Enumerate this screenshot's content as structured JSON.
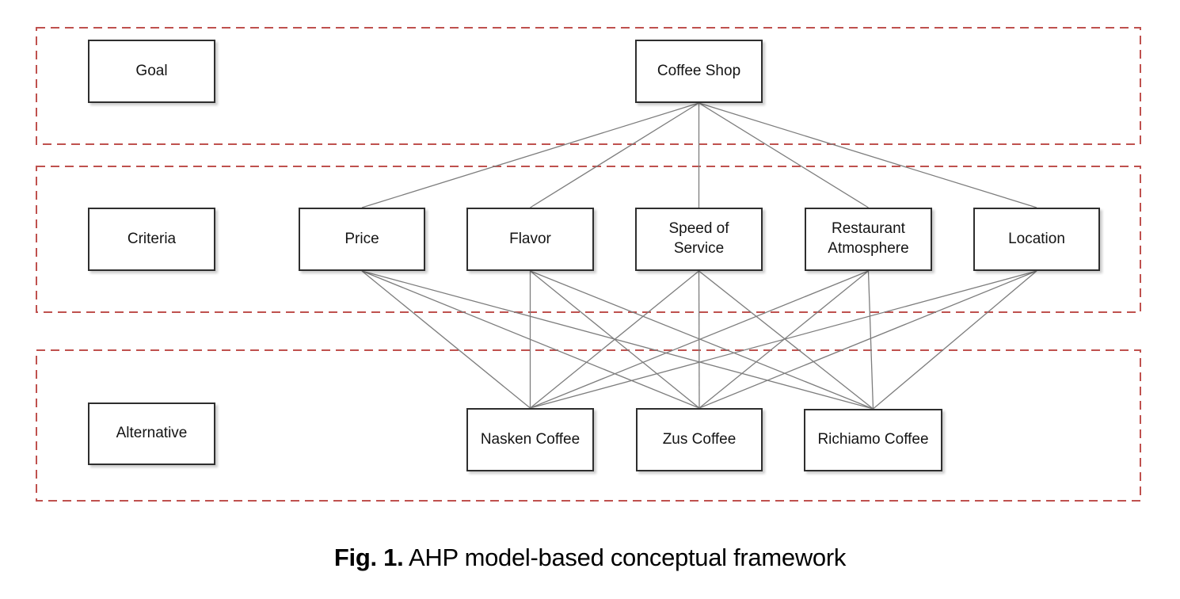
{
  "diagram": {
    "levels": [
      "Goal",
      "Criteria",
      "Alternative"
    ],
    "nodes": {
      "goal_label": {
        "label": "Goal"
      },
      "coffee_shop": {
        "label": "Coffee Shop"
      },
      "criteria_label": {
        "label": "Criteria"
      },
      "price": {
        "label": "Price"
      },
      "flavor": {
        "label": "Flavor"
      },
      "speed_of_service": {
        "label": "Speed of Service"
      },
      "restaurant_atmosphere": {
        "label": "Restaurant Atmosphere"
      },
      "location": {
        "label": "Location"
      },
      "alternative_label": {
        "label": "Alternative"
      },
      "nasken": {
        "label": "Nasken Coffee"
      },
      "zus": {
        "label": "Zus Coffee"
      },
      "richiamo": {
        "label": "Richiamo Coffee"
      }
    },
    "edges": [
      {
        "from": "coffee_shop",
        "to": "price"
      },
      {
        "from": "coffee_shop",
        "to": "flavor"
      },
      {
        "from": "coffee_shop",
        "to": "speed_of_service"
      },
      {
        "from": "coffee_shop",
        "to": "restaurant_atmosphere"
      },
      {
        "from": "coffee_shop",
        "to": "location"
      },
      {
        "from": "price",
        "to": "nasken"
      },
      {
        "from": "price",
        "to": "zus"
      },
      {
        "from": "price",
        "to": "richiamo"
      },
      {
        "from": "flavor",
        "to": "nasken"
      },
      {
        "from": "flavor",
        "to": "zus"
      },
      {
        "from": "flavor",
        "to": "richiamo"
      },
      {
        "from": "speed_of_service",
        "to": "nasken"
      },
      {
        "from": "speed_of_service",
        "to": "zus"
      },
      {
        "from": "speed_of_service",
        "to": "richiamo"
      },
      {
        "from": "restaurant_atmosphere",
        "to": "nasken"
      },
      {
        "from": "restaurant_atmosphere",
        "to": "zus"
      },
      {
        "from": "restaurant_atmosphere",
        "to": "richiamo"
      },
      {
        "from": "location",
        "to": "nasken"
      },
      {
        "from": "location",
        "to": "zus"
      },
      {
        "from": "location",
        "to": "richiamo"
      }
    ]
  },
  "caption": {
    "prefix": "Fig. 1.",
    "text": " AHP model-based conceptual framework"
  },
  "colors": {
    "band_border": "#bf514e",
    "connector": "#7d7d7d",
    "node_border": "#2e2e2e",
    "node_fill": "#ffffff",
    "text": "#141414"
  }
}
